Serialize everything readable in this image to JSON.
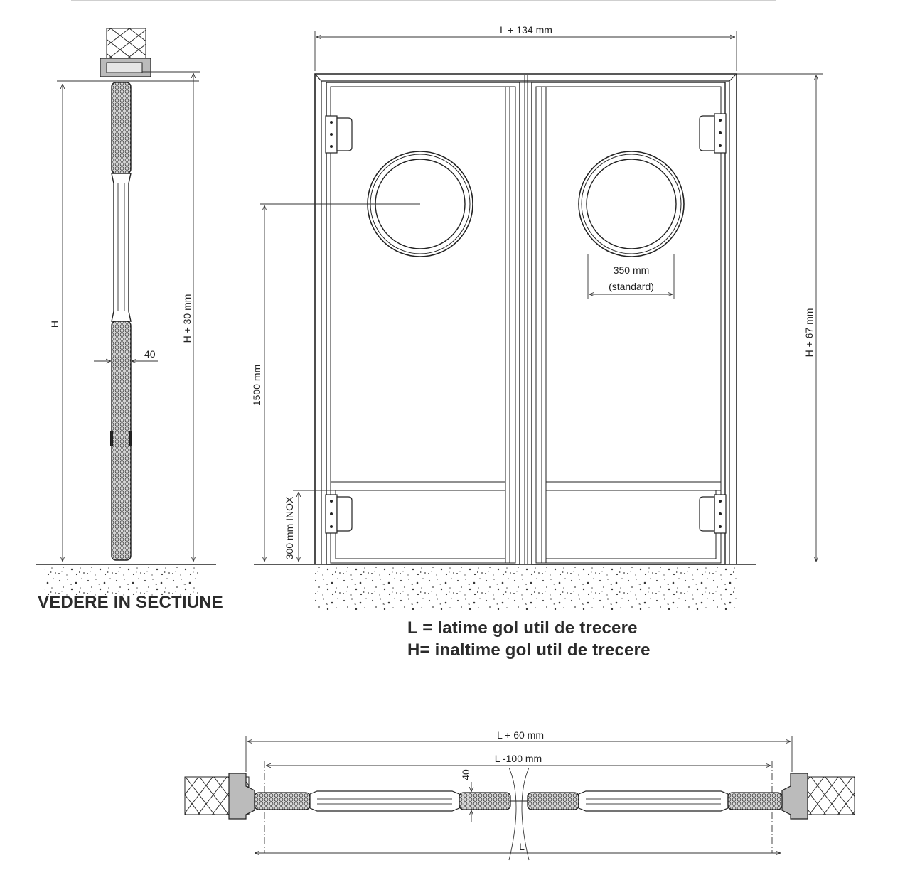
{
  "section_view": {
    "title": "VEDERE IN SECTIUNE",
    "dim_height": "H",
    "dim_height_total": "H + 30 mm",
    "dim_thickness": "40"
  },
  "front_view": {
    "dim_width_top": "L + 134 mm",
    "dim_height_right": "H + 67 mm",
    "dim_window_height": "1500 mm",
    "dim_kickplate": "300 mm INOX",
    "window_diameter": "350 mm",
    "window_note": "(standard)"
  },
  "legend": {
    "line1": "L = latime gol util de trecere",
    "line2": "H= inaltime gol util de trecere"
  },
  "plan_view": {
    "dim_outer": "L + 60  mm",
    "dim_inner": "L -100 mm",
    "dim_thickness": "40",
    "dim_L": "L"
  }
}
